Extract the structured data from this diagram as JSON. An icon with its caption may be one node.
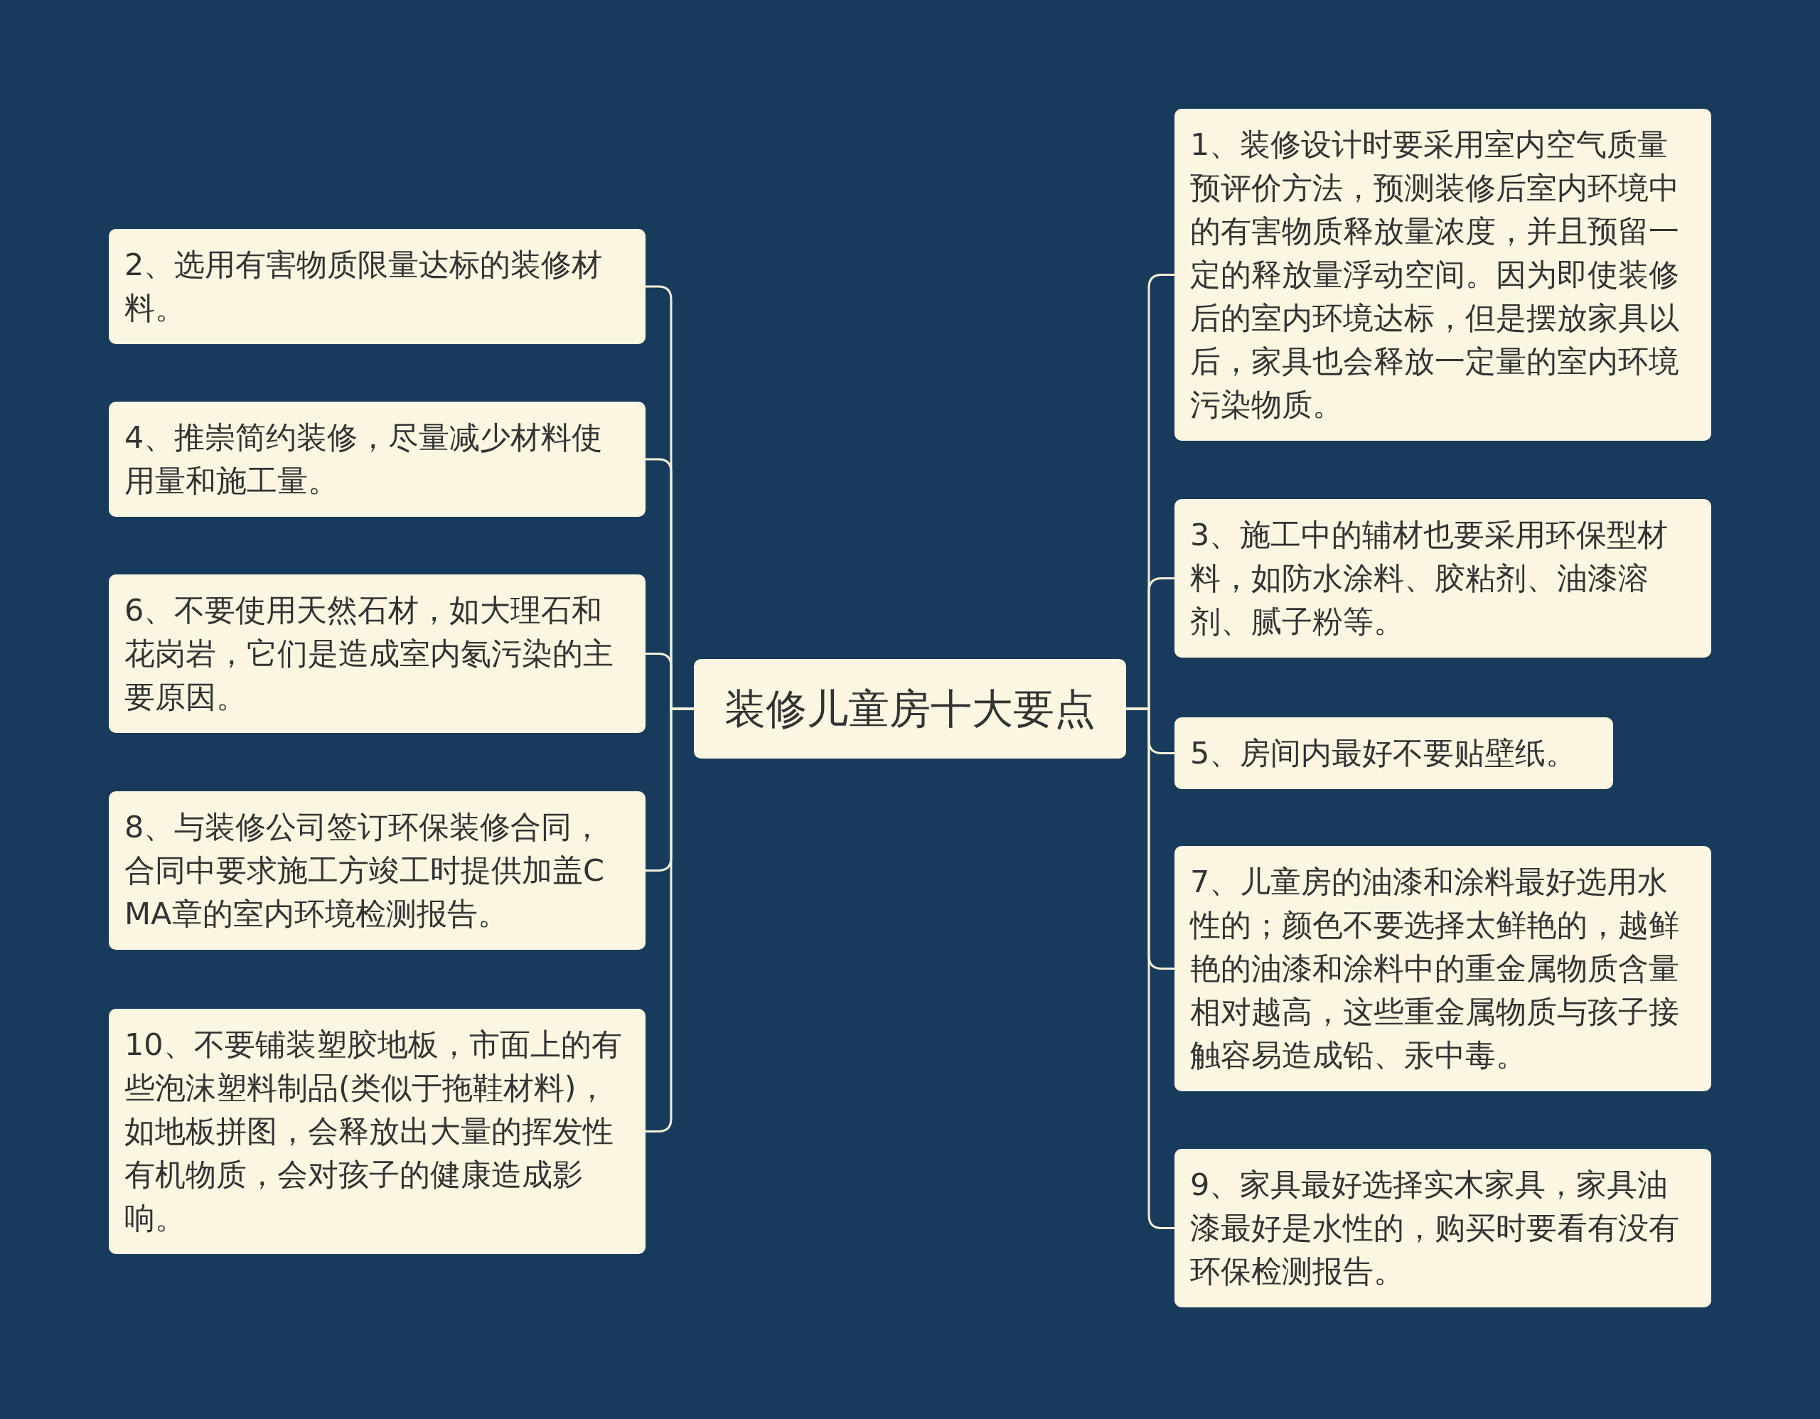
{
  "diagram": {
    "nodes": [
      {
        "text": [
          "装修儿童房十大要点"
        ]
      },
      {
        "text": [
          "2、选用有害物质限量达标的装修材料。"
        ]
      },
      {
        "text": [
          "4、推崇简约装修，尽量减少材料使用量和施工量。"
        ]
      },
      {
        "text": [
          "6、不要使用天然石材，如大理石和花岗岩，它们是造成室内氡污染的主要原因。"
        ]
      },
      {
        "text": [
          "8、与装修公司签订环保装修合同，合同中要求施工方竣工时提供加盖CMA章的室内环境检测报告。"
        ]
      },
      {
        "text": [
          "10、不要铺装塑胶地板，市面上的有些泡沫塑料制品(类似于拖鞋材料)，如地板拼图，会释放出大量的挥发性有机物质，会对孩子的健康造成影响。"
        ]
      },
      {
        "text": [
          "1、装修设计时要采用室内空气质量预评价方法，预测装修后室内环境中的有害物质释放量浓度，并且预留一定的释放量浮动空间。因为即使装修后的室内环境达标，但是摆放家具以后，家具也会释放一定量的室内环境污染物质。"
        ]
      },
      {
        "text": [
          "3、施工中的辅材也要采用环保型材料，如防水涂料、胶粘剂、油漆溶剂、腻子粉等。"
        ]
      },
      {
        "text": [
          "5、房间内最好不要贴壁纸。"
        ]
      },
      {
        "text": [
          "7、儿童房的油漆和涂料最好选用水性的；颜色不要选择太鲜艳的，越鲜艳的油漆和涂料中的重金属物质含量相对越高，这些重金属物质与孩子接触容易造成铅、汞中毒。"
        ]
      },
      {
        "text": [
          "9、家具最好选择实木家具，家具油漆最好是水性的，购买时要看有没有环保检测报告。"
        ]
      }
    ],
    "edges": [
      {
        "from": 0,
        "to": 1,
        "arrow": "none"
      },
      {
        "from": 0,
        "to": 2,
        "arrow": "none"
      },
      {
        "from": 0,
        "to": 3,
        "arrow": "none"
      },
      {
        "from": 0,
        "to": 4,
        "arrow": "none"
      },
      {
        "from": 0,
        "to": 5,
        "arrow": "none"
      },
      {
        "from": 0,
        "to": 6,
        "arrow": "none"
      },
      {
        "from": 0,
        "to": 7,
        "arrow": "none"
      },
      {
        "from": 0,
        "to": 8,
        "arrow": "none"
      },
      {
        "from": 0,
        "to": 9,
        "arrow": "none"
      },
      {
        "from": 0,
        "to": 10,
        "arrow": "none"
      }
    ]
  }
}
